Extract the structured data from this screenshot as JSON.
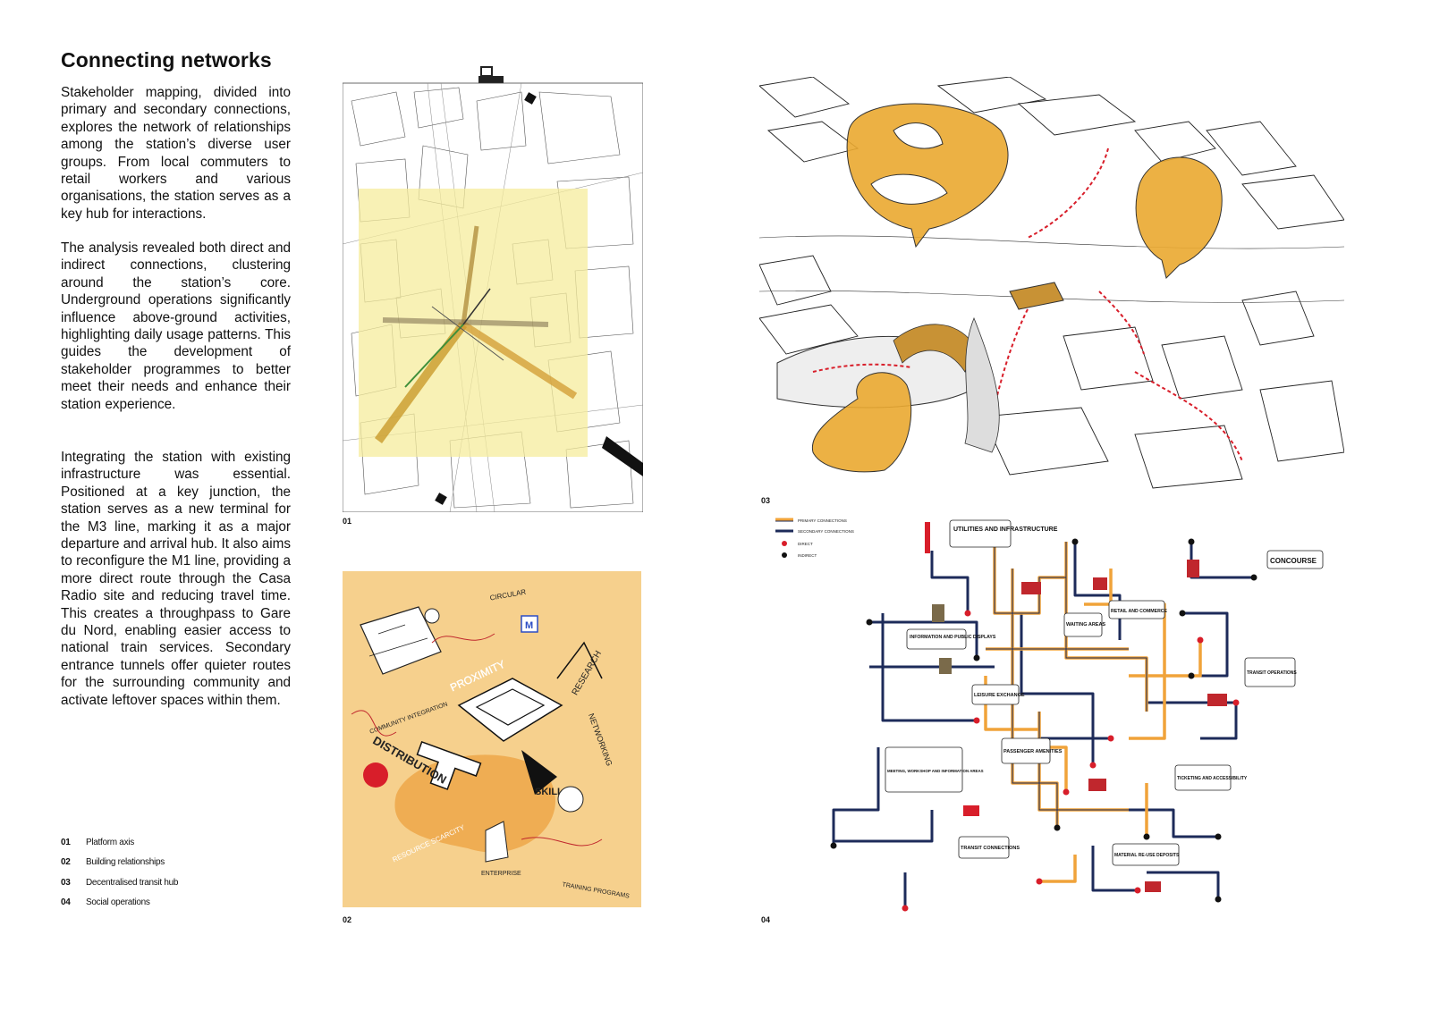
{
  "title": "Connecting networks",
  "paragraphs": [
    "Stakeholder mapping, divided into primary and secondary connections, explores the network of relationships among the station’s diverse user groups. From local commuters to retail workers and various organisations, the station serves as a key hub for interactions.",
    "The analysis revealed both direct and indirect connections, clustering around the station’s core. Underground operations significantly influence above-ground activities, highlighting daily usage patterns. This guides the development of stakeholder programmes to better meet their needs and enhance their station experience.",
    "Integrating the station with existing infrastructure was essential. Positioned at a key junction, the station serves as a new terminal for the M3 line, marking it as a major departure and arrival hub. It also aims to reconfigure the M1 line, providing a more direct route through the Casa Radio site and reducing travel time. This creates a throughpass to Gare du Nord, enabling easier access to national train services. Secondary entrance tunnels offer quieter routes for the surrounding community and activate leftover spaces within them."
  ],
  "legend": [
    {
      "num": "01",
      "label": "Platform axis"
    },
    {
      "num": "02",
      "label": "Building relationships"
    },
    {
      "num": "03",
      "label": "Decentralised transit hub"
    },
    {
      "num": "04",
      "label": "Social operations"
    }
  ],
  "figures": {
    "f01": "01",
    "f02": "02",
    "f03": "03",
    "f04": "04"
  },
  "sketch_words": {
    "proximity": "PROXIMITY",
    "distribution": "DISTRIBUTION",
    "skills": "SKILLS",
    "research": "RESEARCH",
    "networking": "NETWORKING",
    "community": "COMMUNITY INTEGRATION",
    "enterprise": "ENTERPRISE",
    "training": "TRAINING PROGRAMS",
    "resource": "RESOURCE SCARCITY",
    "circular": "CIRCULAR"
  },
  "network": {
    "legend": [
      {
        "label": "PRIMARY CONNECTIONS"
      },
      {
        "label": "SECONDARY CONNECTIONS"
      },
      {
        "label": "DIRECT"
      },
      {
        "label": "INDIRECT"
      }
    ],
    "bubbles": [
      "UTILITIES AND INFRASTRUCTURE",
      "CONCOURSE",
      "INFORMATION AND PUBLIC DISPLAYS",
      "WAITING AREAS",
      "RETAIL AND COMMERCE",
      "LEISURE EXCHANGE",
      "TRANSIT OPERATIONS",
      "PASSENGER AMENITIES",
      "MEETING, WORKSHOP AND INFORMATION AREAS",
      "TICKETING AND ACCESSIBILITY",
      "TRANSIT CONNECTIONS",
      "MATERIAL RE-USE DEPOSITS"
    ]
  },
  "colors": {
    "highlight_yellow": "#f6ec9c",
    "sketch_orange": "#f4c878",
    "accent_orange": "#e8a021",
    "network_navy": "#1d2b5a",
    "network_orange": "#f0a33a",
    "direct_red": "#d81e2a"
  }
}
